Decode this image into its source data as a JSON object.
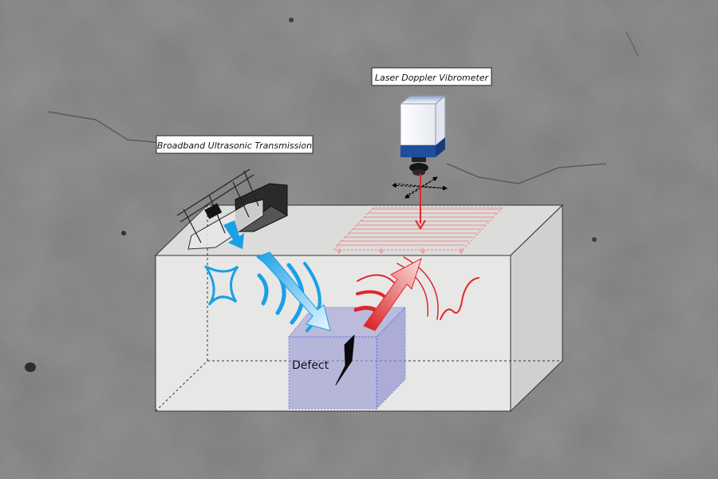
{
  "labels": {
    "transmission": "Broadband Ultrasonic Transmission",
    "vibrometer": "Laser Doppler Vibrometer",
    "defect": "Defect"
  },
  "colors": {
    "background": "#6b6b6b",
    "block_front": "#e7e7e6",
    "block_top": "#dddddc",
    "block_side": "#cfcfce",
    "incident_wave": "#1aa0e6",
    "reflected_wave": "#e0262a",
    "defect_box": "#9a9ad6",
    "laser_grid": "#f08a8a",
    "vibrometer_base": "#1f4e9a"
  },
  "icons": [
    "transducer-wedge-icon",
    "laser-vibrometer-icon",
    "crack-icon"
  ]
}
